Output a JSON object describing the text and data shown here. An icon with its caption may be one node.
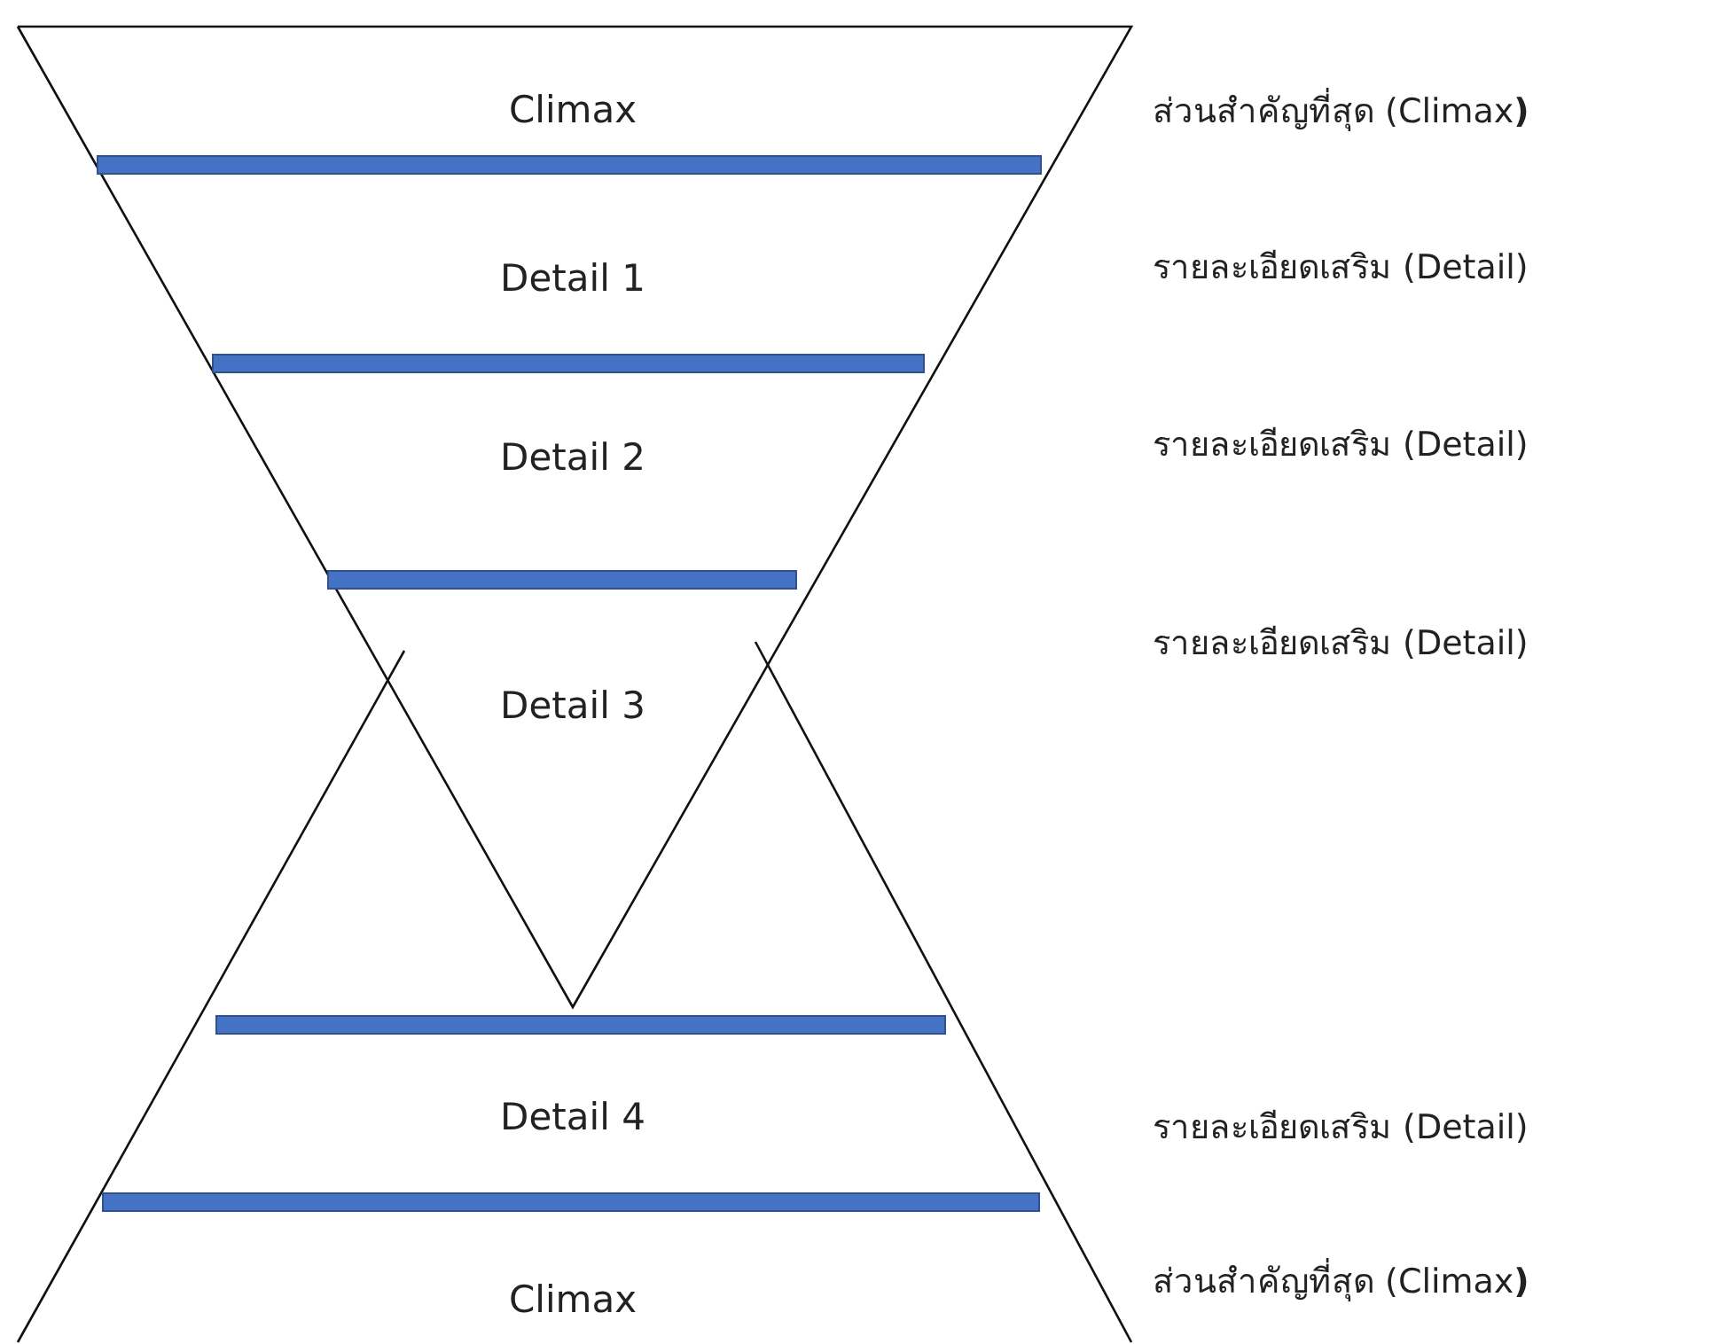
{
  "diagram": {
    "nodes": [
      {
        "text": [
          "Climax"
        ]
      },
      {
        "text": [
          "Detail 1"
        ]
      },
      {
        "text": [
          "Detail 2"
        ]
      },
      {
        "text": [
          "Detail 3"
        ]
      },
      {
        "text": [
          "Detail 4"
        ]
      },
      {
        "text": [
          "Climax"
        ]
      }
    ],
    "labels": [
      "ส่วนสำคัญที่สุด (Climax**)**",
      "รายละเอียดเสริม (Detail)",
      "รายละเอียดเสริม (Detail)",
      "รายละเอียดเสริม (Detail)",
      "รายละเอียดเสริม (Detail)",
      "ส่วนสำคัญที่สุด (Climax**)**"
    ]
  }
}
